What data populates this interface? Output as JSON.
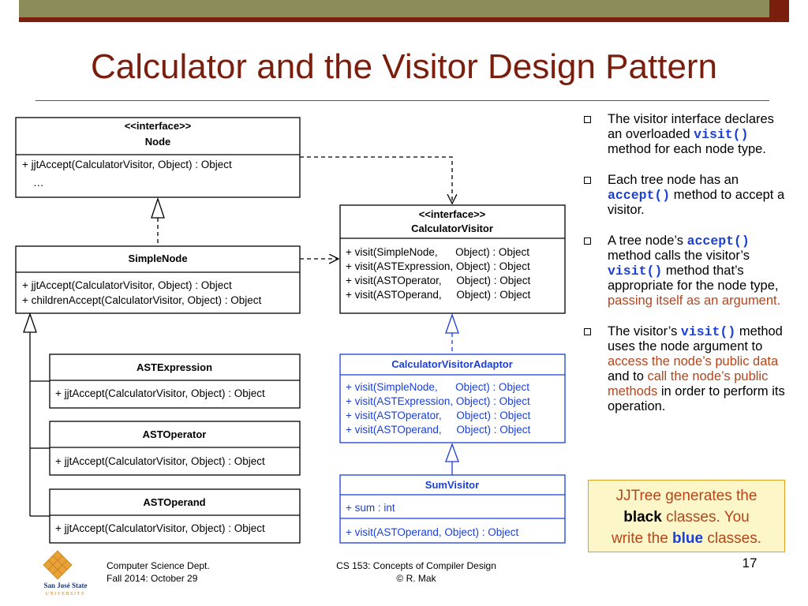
{
  "slide": {
    "title": "Calculator and the Visitor Design Pattern",
    "page_number": "17"
  },
  "diagram": {
    "node": {
      "stereotype": "<<interface>>",
      "name": "Node",
      "ops": [
        "+ jjtAccept(CalculatorVisitor, Object) : Object",
        "…"
      ]
    },
    "simple_node": {
      "name": "SimpleNode",
      "ops": [
        "+ jjtAccept(CalculatorVisitor, Object) : Object",
        "+ childrenAccept(CalculatorVisitor, Object) : Object"
      ]
    },
    "ast_expression": {
      "name": "ASTExpression",
      "ops": [
        "+ jjtAccept(CalculatorVisitor, Object) : Object"
      ]
    },
    "ast_operator": {
      "name": "ASTOperator",
      "ops": [
        "+ jjtAccept(CalculatorVisitor, Object) : Object"
      ]
    },
    "ast_operand": {
      "name": "ASTOperand",
      "ops": [
        "+ jjtAccept(CalculatorVisitor, Object) : Object"
      ]
    },
    "calculator_visitor": {
      "stereotype": "<<interface>>",
      "name": "CalculatorVisitor",
      "ops": [
        "+ visit(SimpleNode,      Object) : Object",
        "+ visit(ASTExpression, Object) : Object",
        "+ visit(ASTOperator,     Object) : Object",
        "+ visit(ASTOperand,     Object) : Object"
      ]
    },
    "adaptor": {
      "name": "CalculatorVisitorAdaptor",
      "ops": [
        "+ visit(SimpleNode,      Object) : Object",
        "+ visit(ASTExpression, Object) : Object",
        "+ visit(ASTOperator,     Object) : Object",
        "+ visit(ASTOperand,     Object) : Object"
      ]
    },
    "sum_visitor": {
      "name": "SumVisitor",
      "attrs": [
        "+ sum : int"
      ],
      "ops": [
        "+ visit(ASTOperand, Object) : Object"
      ]
    },
    "colors": {
      "black": "#000000",
      "blue": "#1a3fd6"
    }
  },
  "bullets": {
    "b1": {
      "t1": "The visitor interface declares an overloaded ",
      "code": "visit()",
      "t2": " method for each node type."
    },
    "b2": {
      "t1": "Each tree node has an ",
      "code": "accept()",
      "t2": " method to accept a visitor."
    },
    "b3": {
      "t1": "A tree node’s ",
      "code1": "accept()",
      "t2": " method calls the visitor’s ",
      "code2": "visit()",
      "t3": " method that’s appropriate for the node type, ",
      "red": "passing itself as an argument."
    },
    "b4": {
      "t1": "The visitor’s ",
      "code": "visit()",
      "t2": " method uses the node argument to ",
      "red1": "access the node’s public data",
      "t3": " and to ",
      "red2": "call the node’s public methods",
      "t4": " in order to perform its operation."
    }
  },
  "note": {
    "line1": "JJTree generates the",
    "black_word": "black",
    "line2_rest": " classes. You",
    "line3_pre": "write the ",
    "blue_word": "blue",
    "line3_post": " classes."
  },
  "footer": {
    "left_line1": "Computer Science Dept.",
    "left_line2": "Fall 2014: October 29",
    "center_line1": "CS 153: Concepts of Compiler Design",
    "center_line2": "© R. Mak",
    "logo_line1": "San José State",
    "logo_line2": "UNIVERSITY"
  }
}
